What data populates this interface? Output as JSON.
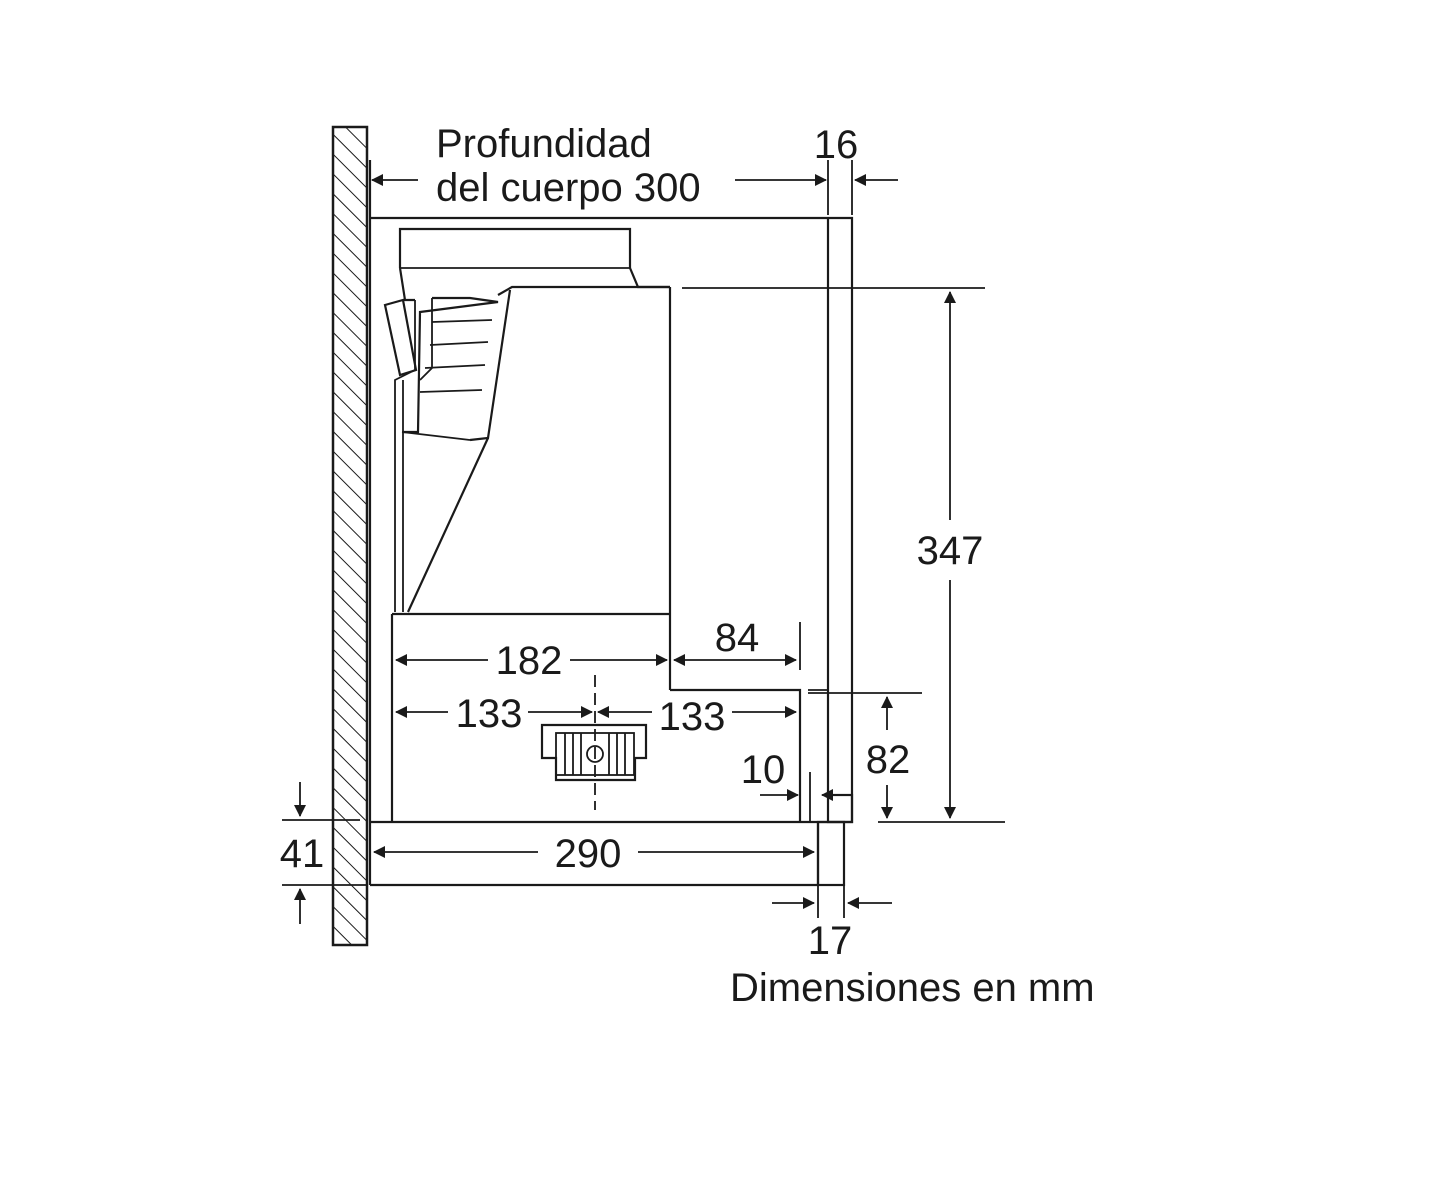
{
  "labels": {
    "depth_line1": "Profundidad",
    "depth_line2": "del cuerpo 300",
    "dim_16": "16",
    "dim_347": "347",
    "dim_182": "182",
    "dim_84": "84",
    "dim_133_left": "133",
    "dim_133_right": "133",
    "dim_82": "82",
    "dim_10": "10",
    "dim_41": "41",
    "dim_290": "290",
    "dim_17": "17",
    "units_note": "Dimensiones en mm"
  }
}
